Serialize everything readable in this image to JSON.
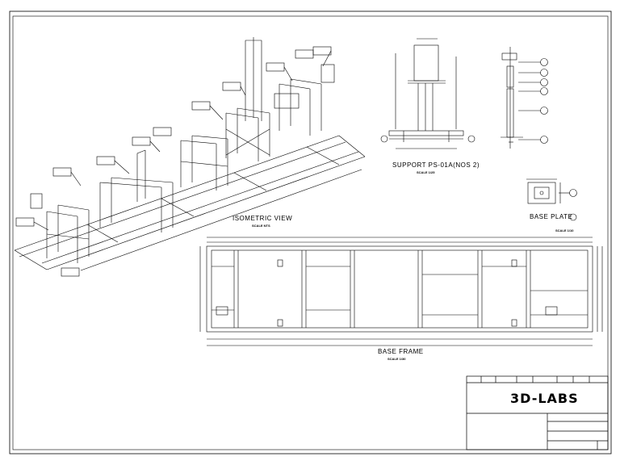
{
  "views": {
    "isometric": {
      "title": "ISOMETRIC VIEW",
      "scale": "SCALE NTS"
    },
    "support": {
      "title": "SUPPORT PS-01A(NOS 2)",
      "scale": "SCALE 1/25"
    },
    "base_plate": {
      "title": "BASE PLATE",
      "scale": "SCALE 1/10"
    },
    "base_frame": {
      "title": "BASE FRAME",
      "scale": "SCALE 1/30"
    }
  },
  "title_block": {
    "company": "3D-LABS"
  },
  "colors": {
    "line": "#000000",
    "background": "#ffffff"
  }
}
